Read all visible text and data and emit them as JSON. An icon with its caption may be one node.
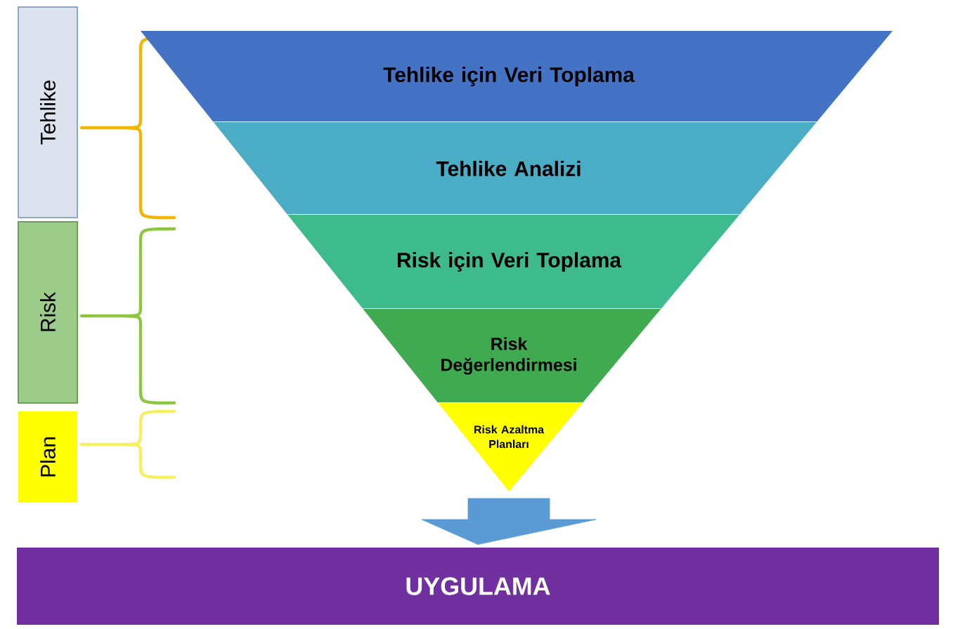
{
  "diagram": {
    "nodes": [
      {
        "text": [
          "Tehlike için Veri Toplama"
        ]
      },
      {
        "text": [
          "Tehlike Analizi"
        ]
      },
      {
        "text": [
          "Risk için Veri Toplama"
        ]
      },
      {
        "text": [
          "Risk Değerlendirmesi"
        ]
      },
      {
        "text": [
          "Risk Azaltma Planları"
        ]
      },
      {
        "text": [
          "UYGULAMA"
        ]
      },
      {
        "text": [
          "Tehlike"
        ]
      },
      {
        "text": [
          "Risk"
        ]
      },
      {
        "text": [
          "Plan"
        ]
      }
    ],
    "edges": [
      {
        "from": 4,
        "to": 5,
        "arrow": "to"
      }
    ]
  }
}
